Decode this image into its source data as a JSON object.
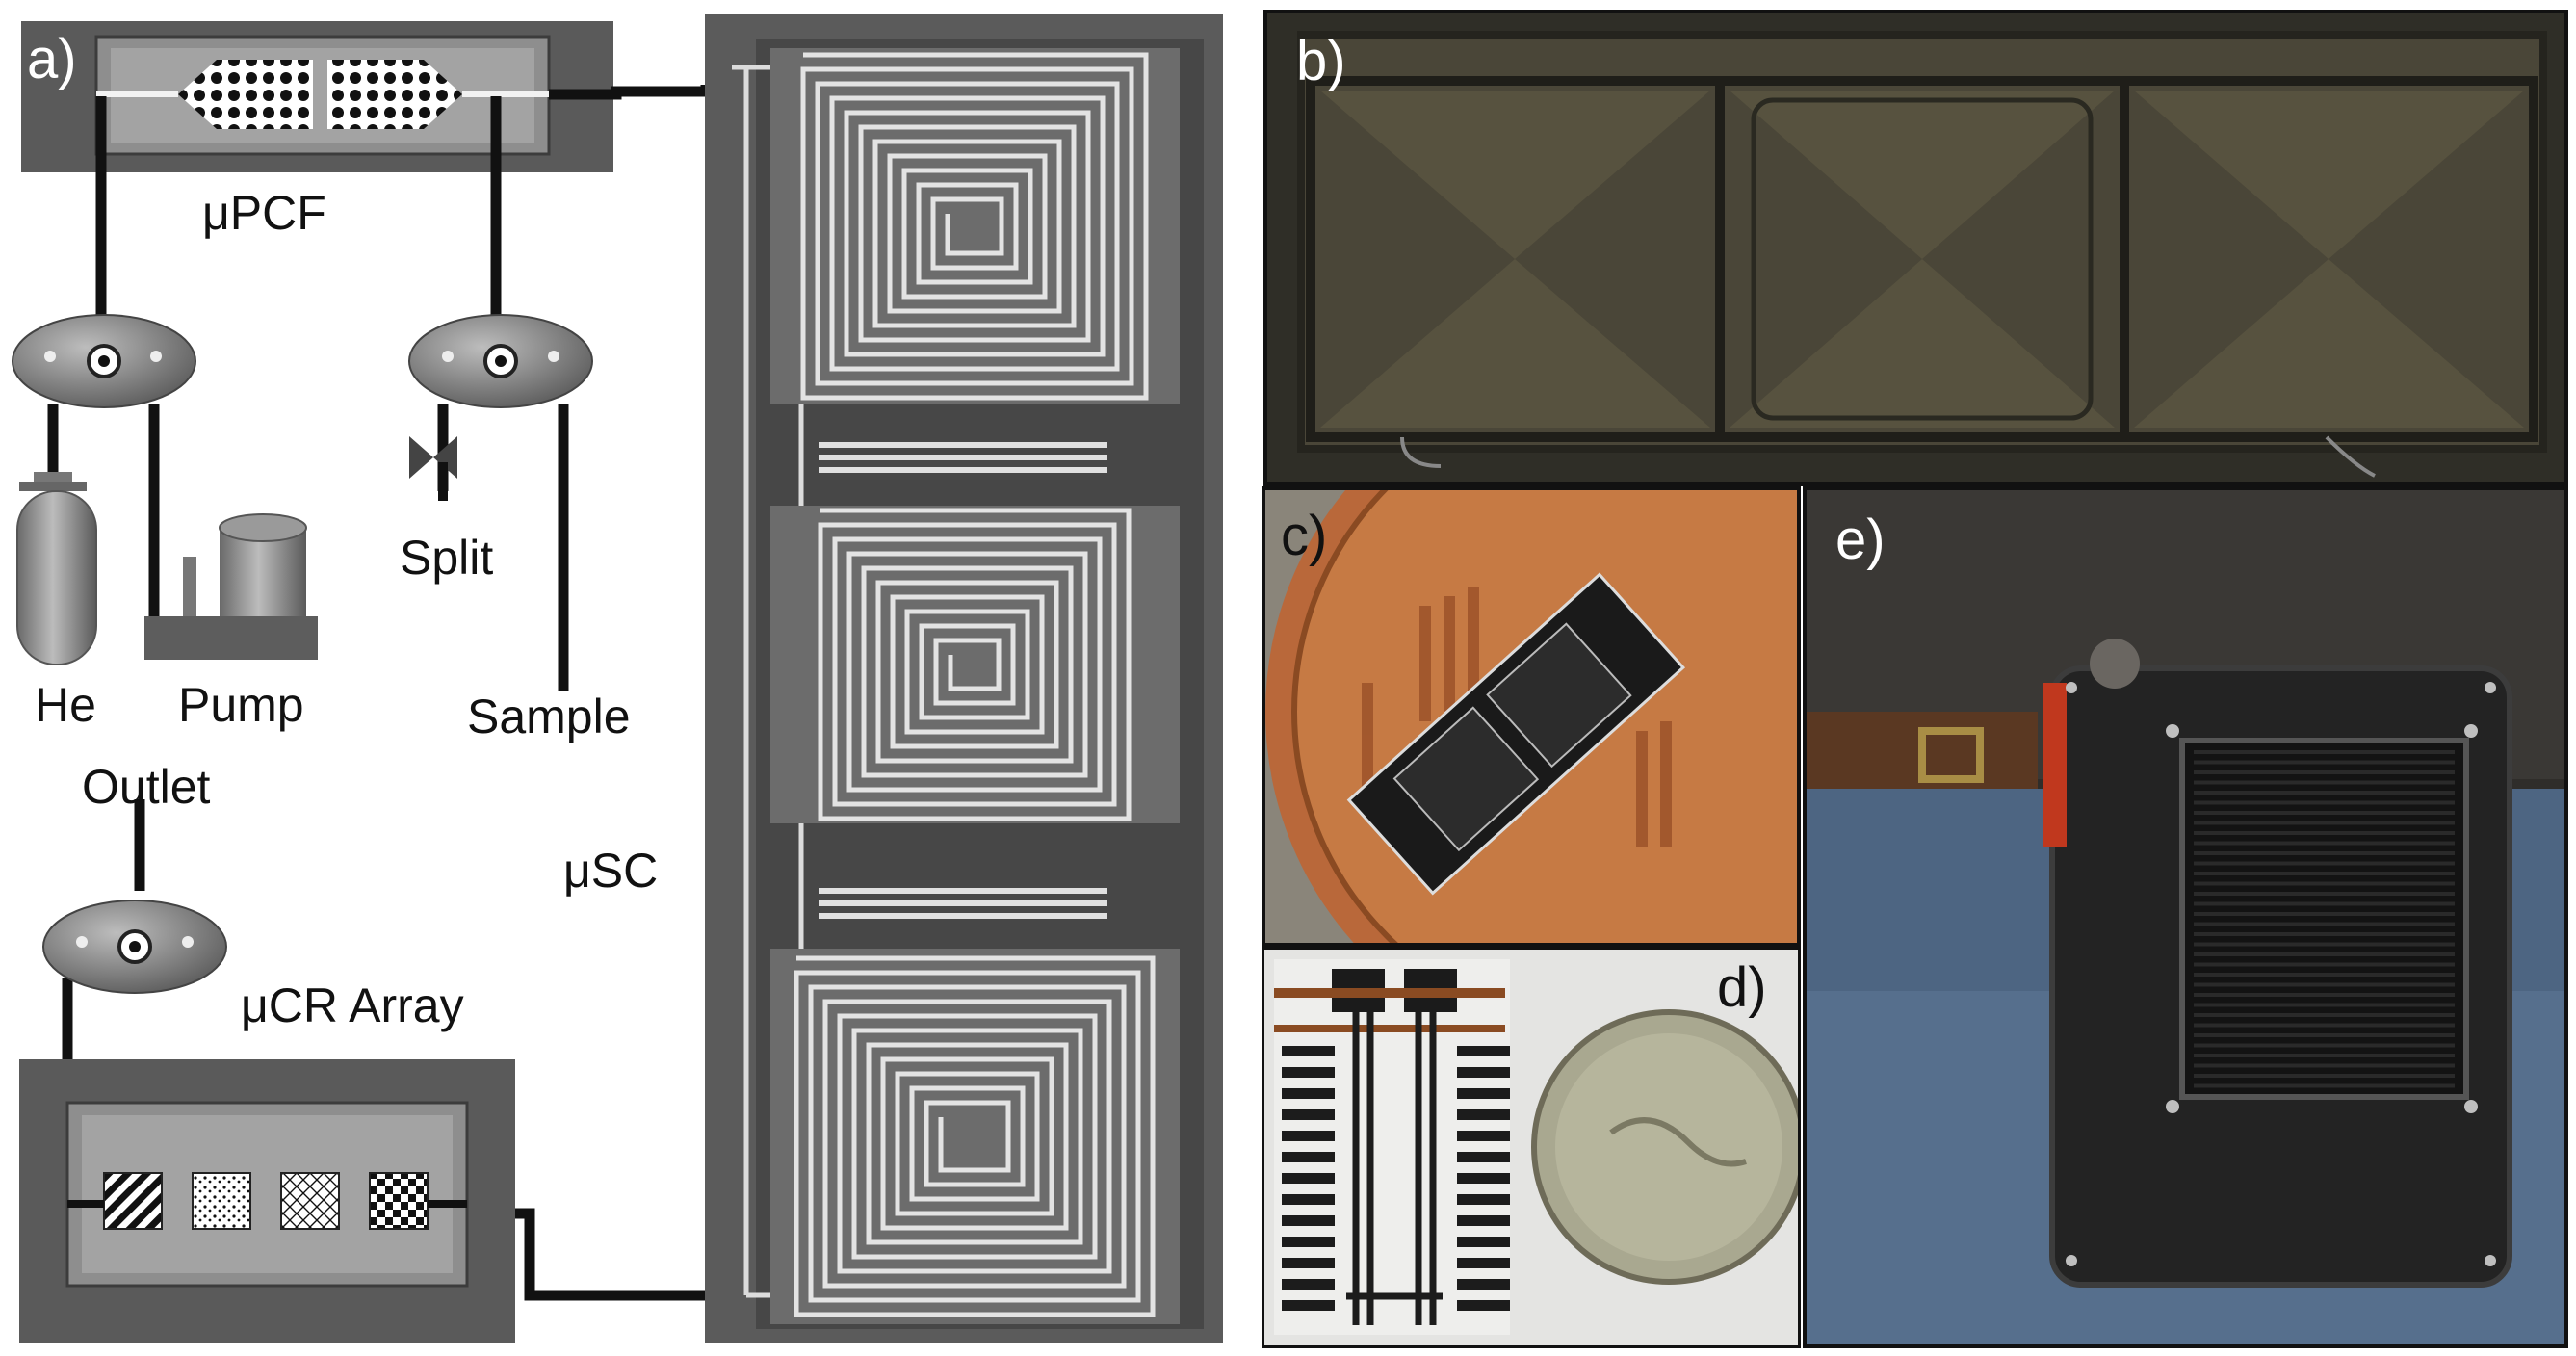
{
  "panels": {
    "a": {
      "letter": "a)",
      "labels": {
        "upcf": "μPCF",
        "he": "He",
        "pump": "Pump",
        "split": "Split",
        "sample": "Sample",
        "outlet": "Outlet",
        "ucr_array": "μCR Array",
        "usc": "μSC"
      }
    },
    "b": {
      "letter": "b)"
    },
    "c": {
      "letter": "c)"
    },
    "d": {
      "letter": "d)"
    },
    "e": {
      "letter": "e)"
    }
  },
  "colors": {
    "device_gray": "#5b5b5b",
    "channel_white": "#dcdcdc",
    "tube_black": "#111111",
    "chip_photo": "#3e3a2e",
    "penny_copper": "#c0723a",
    "device_black": "#232323"
  }
}
